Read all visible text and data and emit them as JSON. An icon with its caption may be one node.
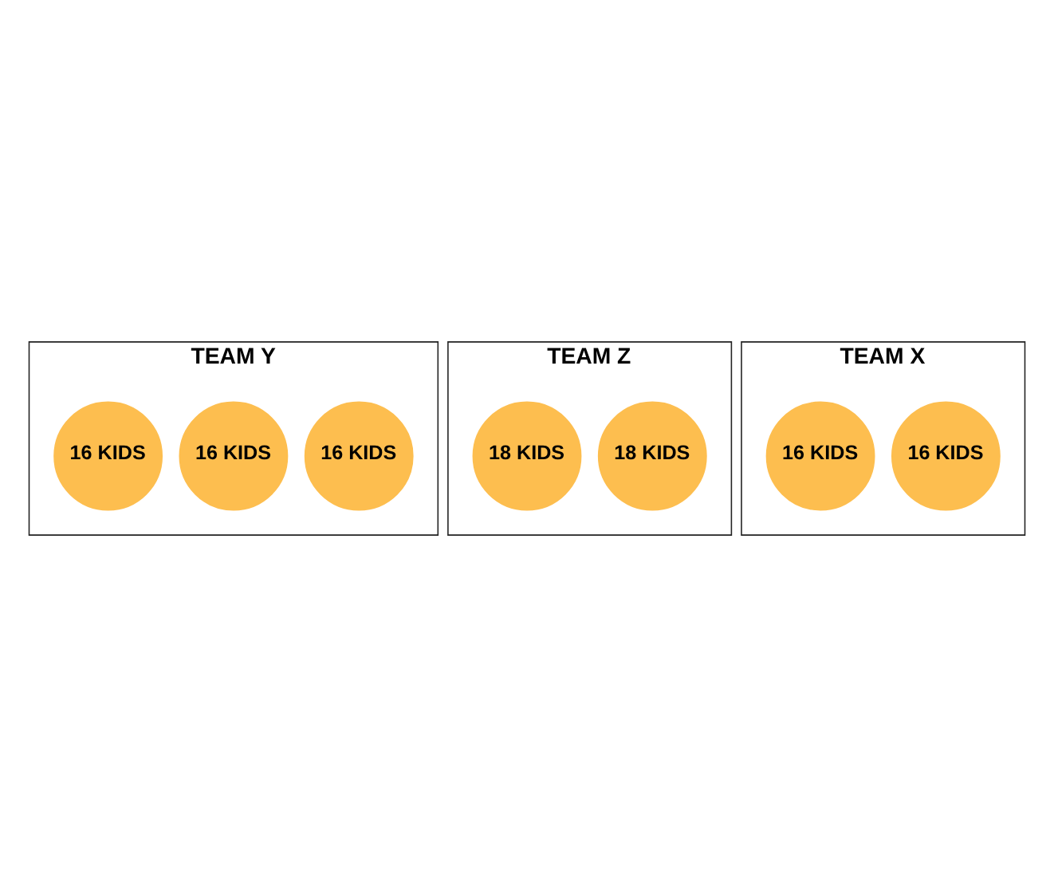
{
  "diagram": {
    "nodes": [
      {
        "text": [
          "TEAM Y"
        ]
      },
      {
        "text": [
          "16 KIDS"
        ],
        "in": 0
      },
      {
        "text": [
          "16 KIDS"
        ],
        "in": 0
      },
      {
        "text": [
          "16 KIDS"
        ],
        "in": 0
      },
      {
        "text": [
          "TEAM Z"
        ]
      },
      {
        "text": [
          "18 KIDS"
        ],
        "in": 4
      },
      {
        "text": [
          "18 KIDS"
        ],
        "in": 4
      },
      {
        "text": [
          "TEAM X"
        ]
      },
      {
        "text": [
          "16 KIDS"
        ],
        "in": 7
      },
      {
        "text": [
          "16 KIDS"
        ],
        "in": 7
      }
    ]
  }
}
